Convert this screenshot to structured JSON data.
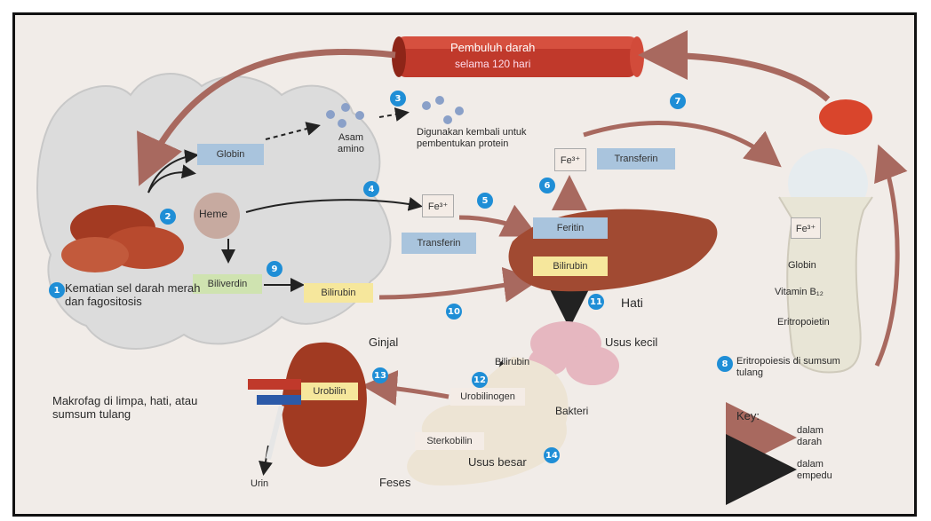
{
  "vessel": {
    "line1": "Pembuluh darah",
    "line2": "selama 120 hari"
  },
  "macrophage": {
    "globin": "Globin",
    "heme": "Heme",
    "biliverdin": "Biliverdin",
    "bilirubin": "Bilirubin",
    "amino_acids": "Asam amino",
    "fe": "Fe³⁺",
    "transferrin": "Transferin",
    "caption": "Makrofag di limpa, hati, atau sumsum tulang"
  },
  "reuse_note": "Digunakan kembali untuk pembentukan protein",
  "transport": {
    "fe": "Fe³⁺",
    "transferrin": "Transferin"
  },
  "liver": {
    "ferritin": "Feritin",
    "bilirubin": "Bilirubin",
    "label": "Hati"
  },
  "intestine": {
    "small": "Usus kecil",
    "large": "Usus besar",
    "bilirubin": "Bilirubin",
    "urobilinogen": "Urobilinogen",
    "stercobilin": "Sterkobilin",
    "bacteria": "Bakteri",
    "feces": "Feses"
  },
  "kidney": {
    "label": "Ginjal",
    "urobilin": "Urobilin",
    "urine": "Urin"
  },
  "bone": {
    "fe": "Fe³⁺",
    "globin": "Globin",
    "vitamin": "Vitamin B₁₂",
    "epo": "Eritropoietin",
    "caption": "Eritropoiesis di sumsum tulang"
  },
  "death_caption": "Kematian sel darah merah dan fagositosis",
  "steps": [
    "1",
    "2",
    "3",
    "4",
    "5",
    "6",
    "7",
    "8",
    "9",
    "10",
    "11",
    "12",
    "13",
    "14"
  ],
  "key": {
    "title": "Key:",
    "blood": "dalam darah",
    "bile": "dalam empedu",
    "blood_color": "#a8695f",
    "bile_color": "#3f9a4a"
  }
}
